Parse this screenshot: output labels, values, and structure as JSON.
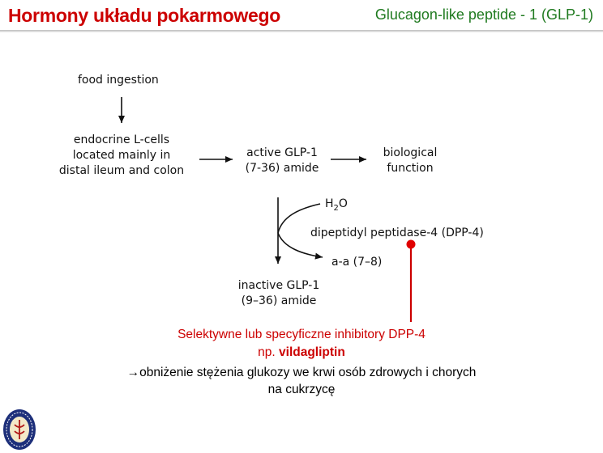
{
  "header": {
    "title": "Hormony układu pokarmowego",
    "subtitle": "Glucagon-like peptide - 1 (GLP-1)"
  },
  "diagram": {
    "food": "food ingestion",
    "cells": [
      "endocrine L-cells",
      "located mainly in",
      "distal ileum and colon"
    ],
    "active": [
      "active GLP-1",
      "(7-36) amide"
    ],
    "bio": [
      "biological",
      "function"
    ],
    "water": "H",
    "water_sub": "2",
    "water_end": "O",
    "enzyme": "dipeptidyl peptidase-4 (DPP-4)",
    "aa": "a-a (7–8)",
    "inactive": [
      "inactive GLP-1",
      "(9–36) amide"
    ]
  },
  "caption": {
    "line1": "Selektywne lub specyficzne inhibitory DPP-4",
    "line2_prefix": "np. ",
    "line2_drug": "vildagliptin",
    "line3": "obniżenie stężenia glukozy we krwi osób zdrowych i chorych",
    "line4": "na cukrzycę"
  },
  "colors": {
    "title": "#cc0000",
    "subtitle": "#1f7a1f",
    "inhibitor": "#cc0000"
  },
  "icons": [
    "university-seal-icon",
    "arrow-right-icon"
  ]
}
